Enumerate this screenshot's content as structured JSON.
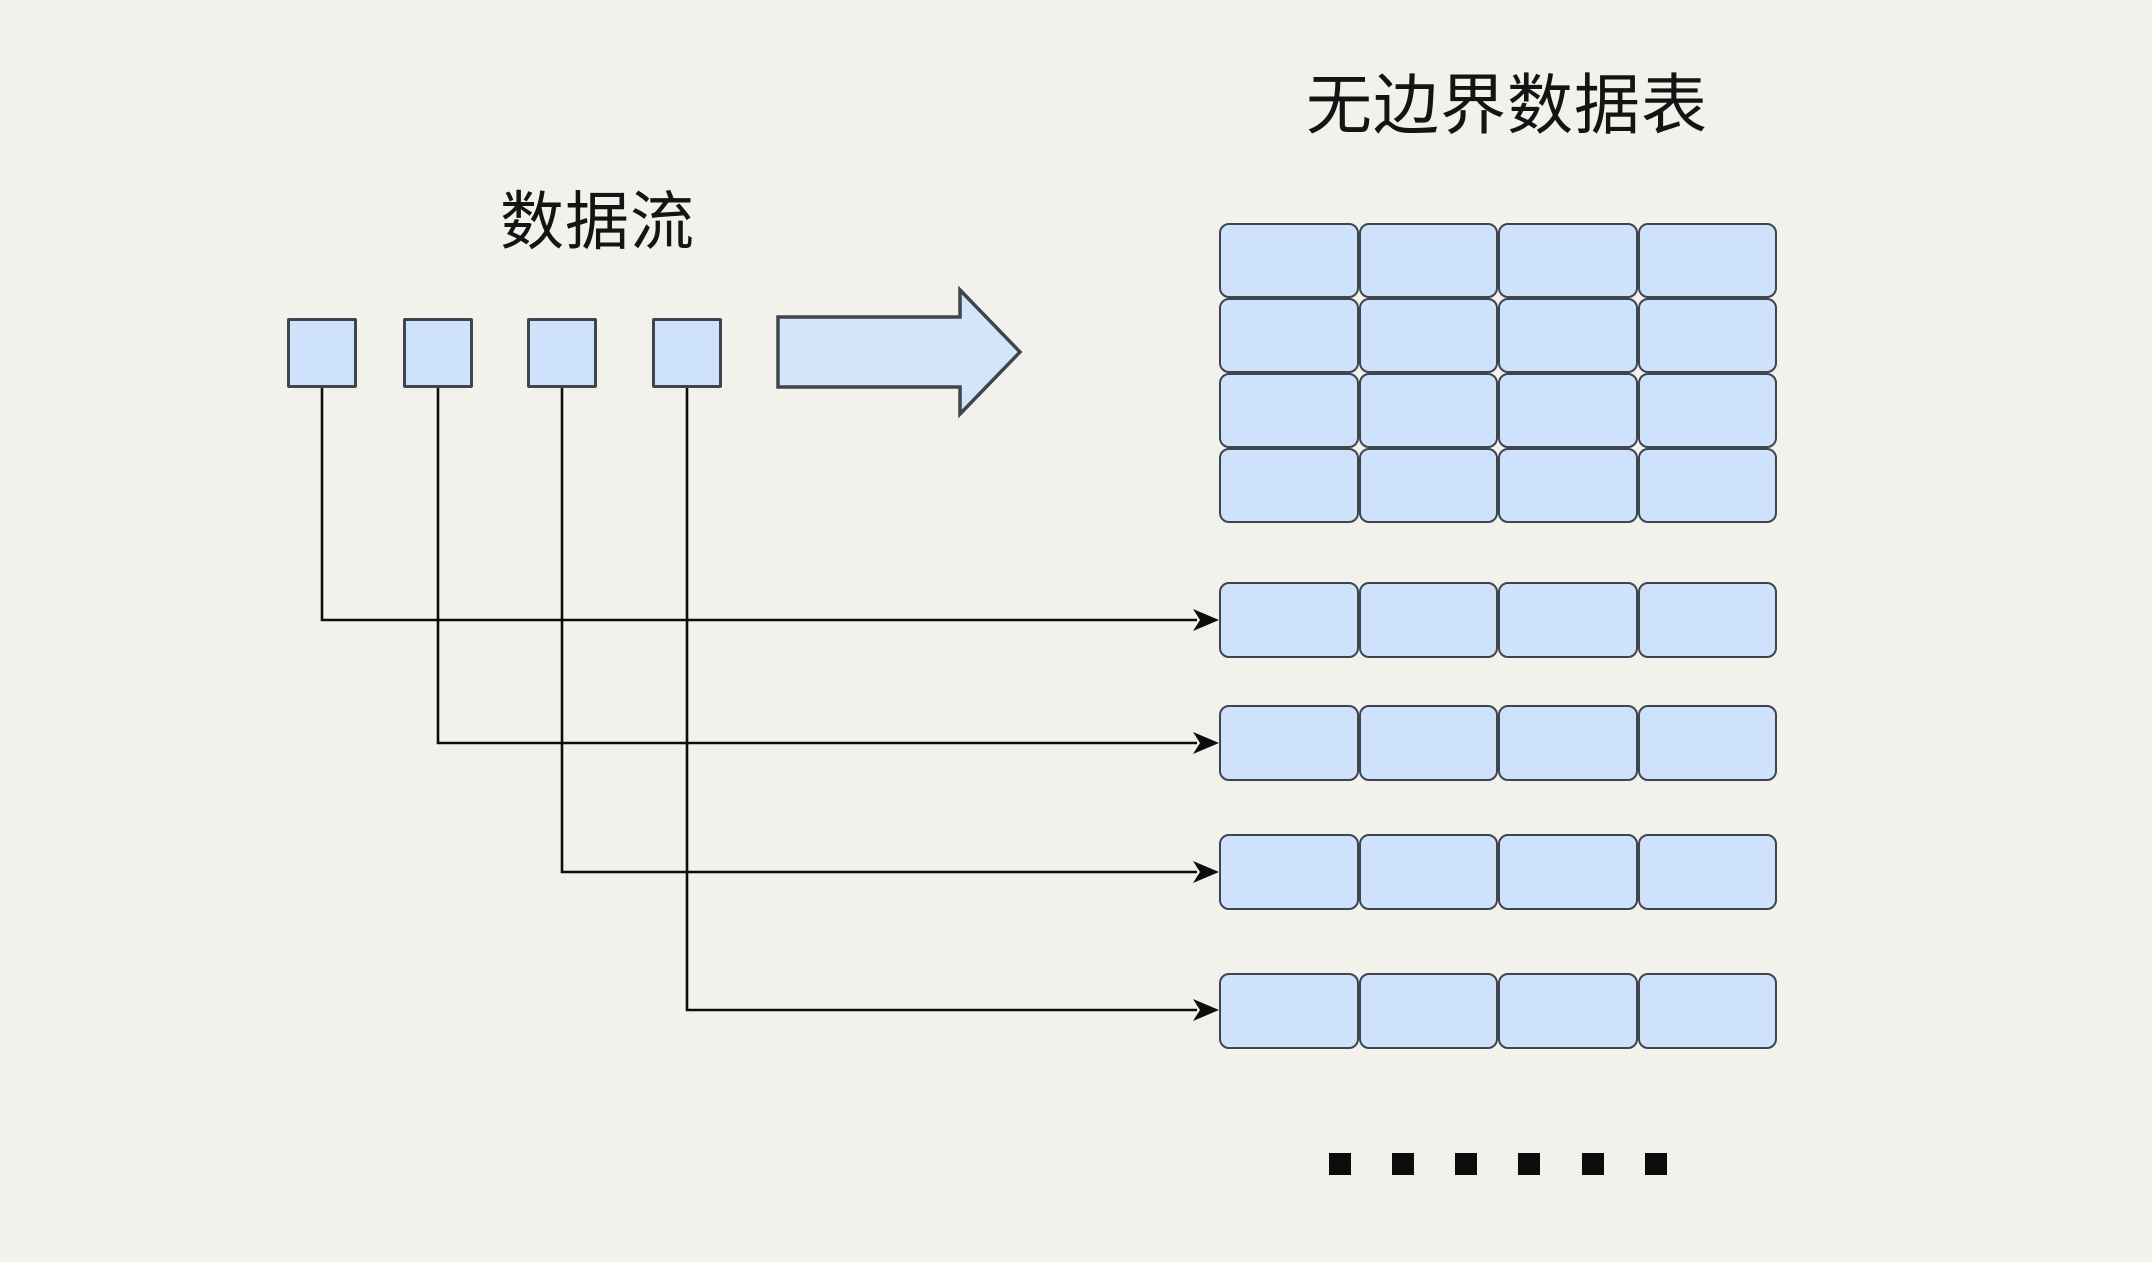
{
  "diagram": {
    "title": "无边界数据表",
    "stream_label": "数据流",
    "stream": {
      "element_count": 4
    },
    "flow_icon": "big-right-arrow-icon",
    "unbounded_table": {
      "rows": 4,
      "columns": 4
    },
    "buffer_rows": {
      "count": 4,
      "cells_per_row": 4
    },
    "connections": [
      {
        "from": "stream-square-1",
        "to": "buffer-row-1"
      },
      {
        "from": "stream-square-2",
        "to": "buffer-row-2"
      },
      {
        "from": "stream-square-3",
        "to": "buffer-row-3"
      },
      {
        "from": "stream-square-4",
        "to": "buffer-row-4"
      }
    ],
    "ellipsis": {
      "dot_count": 6
    },
    "colors": {
      "background": "#f3f1ec",
      "cell_fill": "#cfe2fb",
      "cell_border": "#3f454f",
      "connector": "#0d0d0d",
      "text": "#141414"
    }
  }
}
